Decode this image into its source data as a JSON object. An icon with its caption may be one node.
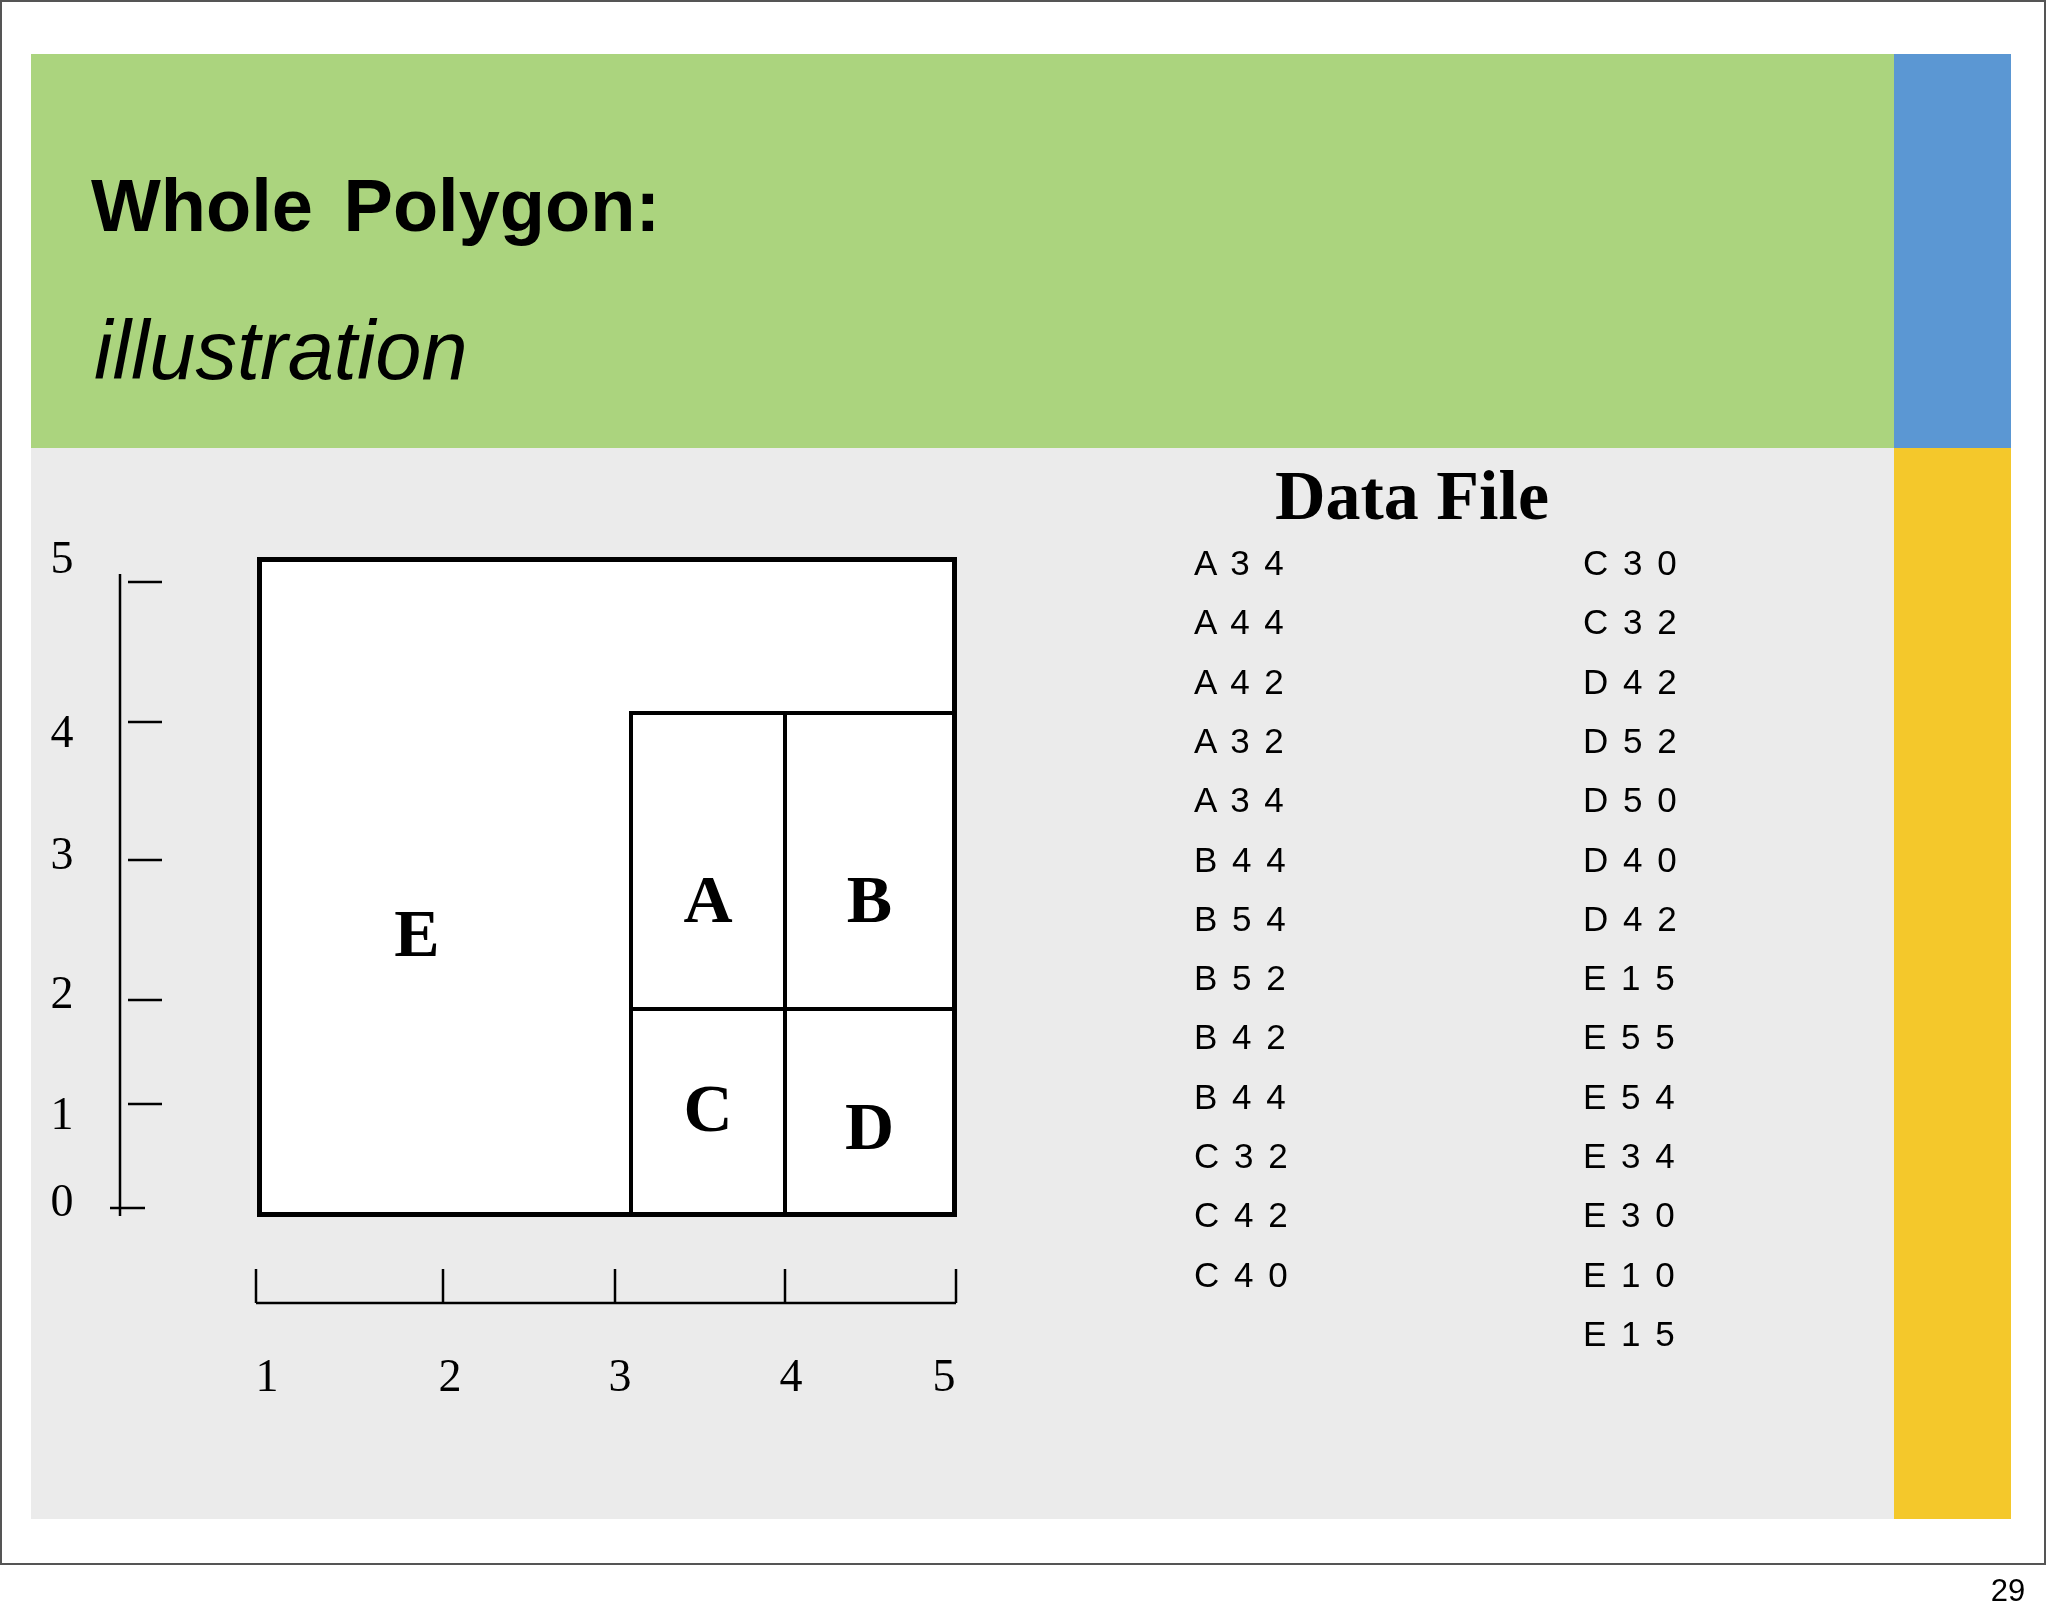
{
  "diagram": {
    "title": "Whole Polygon:",
    "nodes": [
      {
        "text": [
          "E"
        ]
      },
      {
        "text": [
          "A"
        ],
        "in": 0
      },
      {
        "text": [
          "B"
        ],
        "in": 0
      },
      {
        "text": [
          "C"
        ],
        "in": 0
      },
      {
        "text": [
          "D"
        ],
        "in": 0
      }
    ],
    "labels": [
      "illustration",
      "5",
      "4",
      "3",
      "2",
      "1",
      "0",
      "1",
      "2",
      "3",
      "4",
      "5",
      "Data File",
      "A 3 4",
      "C 3 0",
      "A 4 4",
      "C 3 2",
      "A 4 2",
      "D 4 2",
      "A 3 2",
      "D 5 2",
      "A 3 4",
      "D 5 0",
      "B 4 4",
      "D 4 0",
      "B 5 4",
      "D 4 2",
      "B 5 2",
      "E 1 5",
      "B 4 2",
      "E 5 5",
      "B 4 4",
      "E 5 4",
      "C 3 2",
      "E 3 4",
      "C 4 2",
      "E 3 0",
      "C 4 0",
      "E 1 0",
      "E 1 5",
      "29"
    ]
  }
}
